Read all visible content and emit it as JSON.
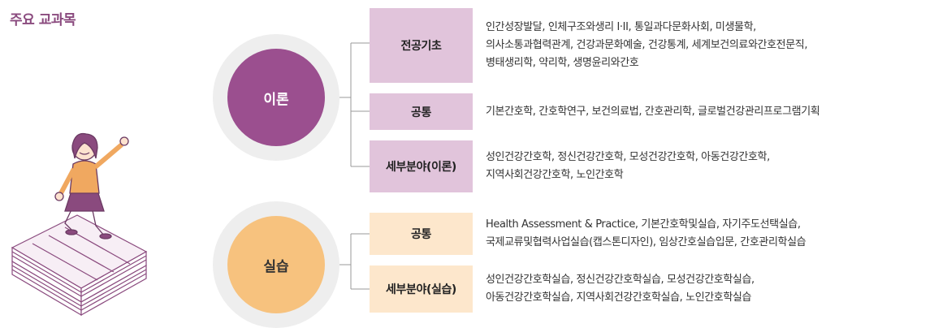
{
  "title": "주요 교과목",
  "theory": {
    "label": "이론",
    "rows": [
      {
        "category": "전공기초",
        "lines": [
          "인간성장발달, 인체구조와생리 I·II, 통일과다문화사회, 미생물학,",
          "의사소통과협력관계, 건강과문화예술, 건강통계, 세계보건의료와간호전문직,",
          "병태생리학, 약리학, 생명윤리와간호"
        ]
      },
      {
        "category": "공통",
        "lines": [
          "기본간호학, 간호학연구, 보건의료법, 간호관리학, 글로벌건강관리프로그램기획"
        ]
      },
      {
        "category": "세부분야(이론)",
        "lines": [
          "성인건강간호학, 정신건강간호학, 모성건강간호학, 아동건강간호학,",
          "지역사회건강간호학, 노인간호학"
        ]
      }
    ]
  },
  "practice": {
    "label": "실습",
    "rows": [
      {
        "category": "공통",
        "lines": [
          "Health Assessment & Practice, 기본간호학및실습, 자기주도선택실습,",
          "국제교류및협력사업실습(캡스톤디자인), 임상간호실습입문, 간호관리학실습"
        ]
      },
      {
        "category": "세부분야(실습)",
        "lines": [
          "성인건강간호학실습, 정신건강간호학실습, 모성건강간호학실습,",
          "아동건강간호학실습, 지역사회건강간호학실습, 노인간호학실습"
        ]
      }
    ]
  },
  "colors": {
    "title": "#8a4a7e",
    "theory_core": "#9b4f8f",
    "theory_box": "#e1c4db",
    "practice_core": "#f7c27e",
    "practice_box": "#fde7cc",
    "ring": "#eeeeee"
  }
}
